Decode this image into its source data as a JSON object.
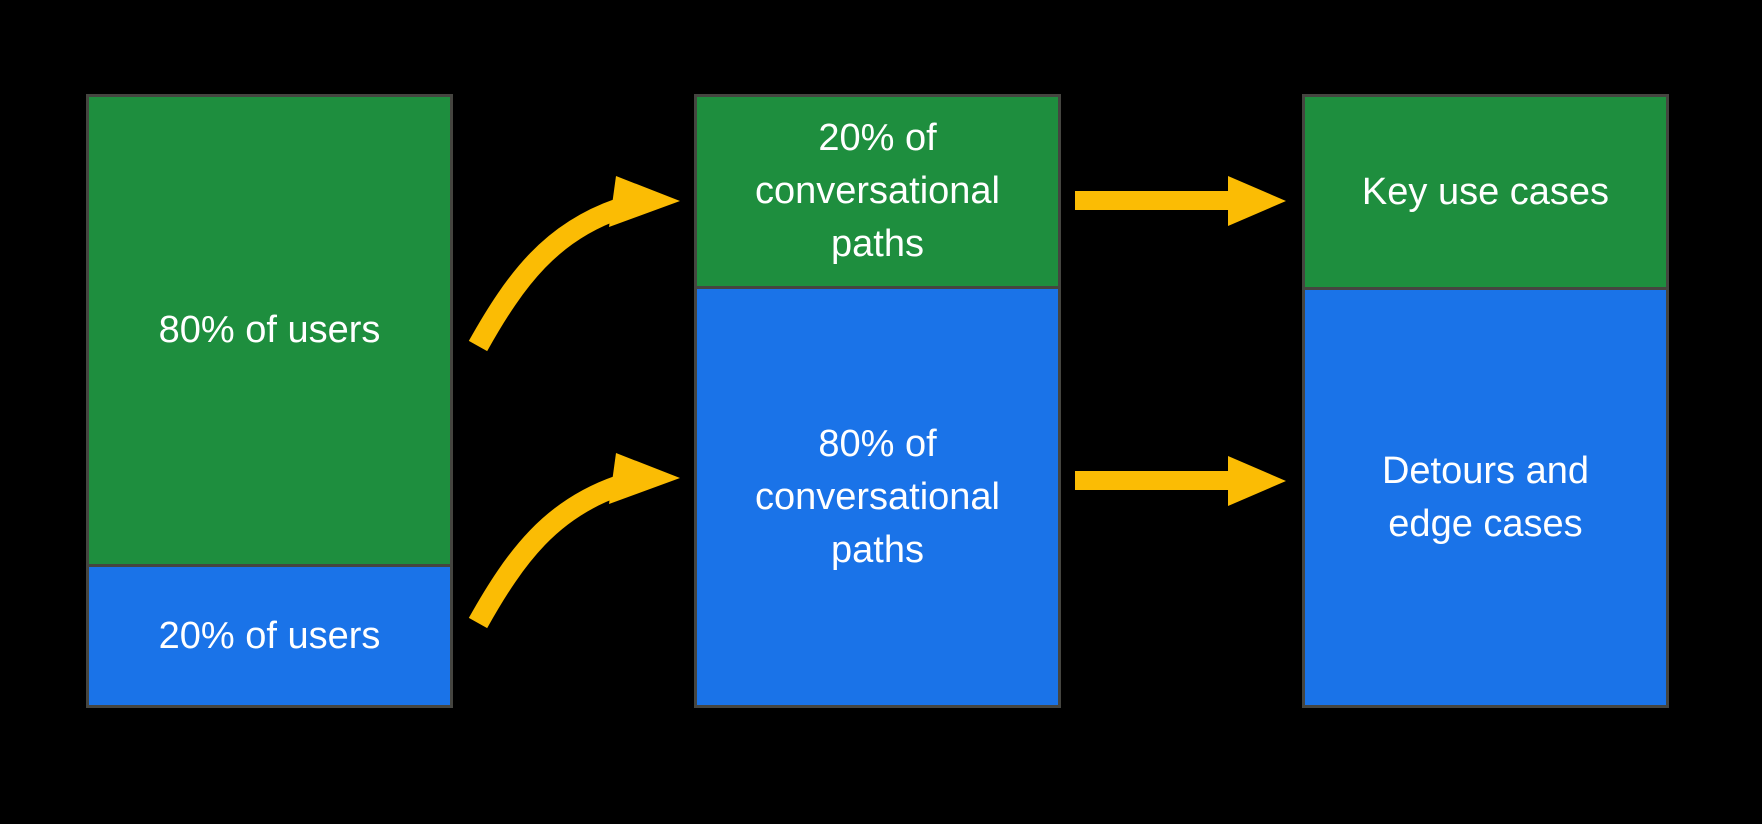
{
  "colors": {
    "background": "#000000",
    "green": "#1E8E3E",
    "blue": "#1A73E8",
    "yellow": "#FBBC04",
    "border": "#454540",
    "text": "#FFFFFF"
  },
  "diagram": {
    "columns": [
      {
        "name": "users",
        "segments": [
          {
            "label": "80% of users",
            "color_key": "green"
          },
          {
            "label": "20% of users",
            "color_key": "blue"
          }
        ]
      },
      {
        "name": "conversational-paths",
        "segments": [
          {
            "label": "20% of\nconversational\npaths",
            "color_key": "green"
          },
          {
            "label": "80% of\nconversational\npaths",
            "color_key": "blue"
          }
        ]
      },
      {
        "name": "outcomes",
        "segments": [
          {
            "label": "Key use cases",
            "color_key": "green"
          },
          {
            "label": "Detours and\nedge cases",
            "color_key": "blue"
          }
        ]
      }
    ],
    "arrows": [
      {
        "style": "curved",
        "from": "80% of users",
        "to": "20% of conversational paths"
      },
      {
        "style": "curved",
        "from": "20% of users",
        "to": "80% of conversational paths"
      },
      {
        "style": "straight",
        "from": "20% of conversational paths",
        "to": "Key use cases"
      },
      {
        "style": "straight",
        "from": "80% of conversational paths",
        "to": "Detours and edge cases"
      }
    ]
  }
}
